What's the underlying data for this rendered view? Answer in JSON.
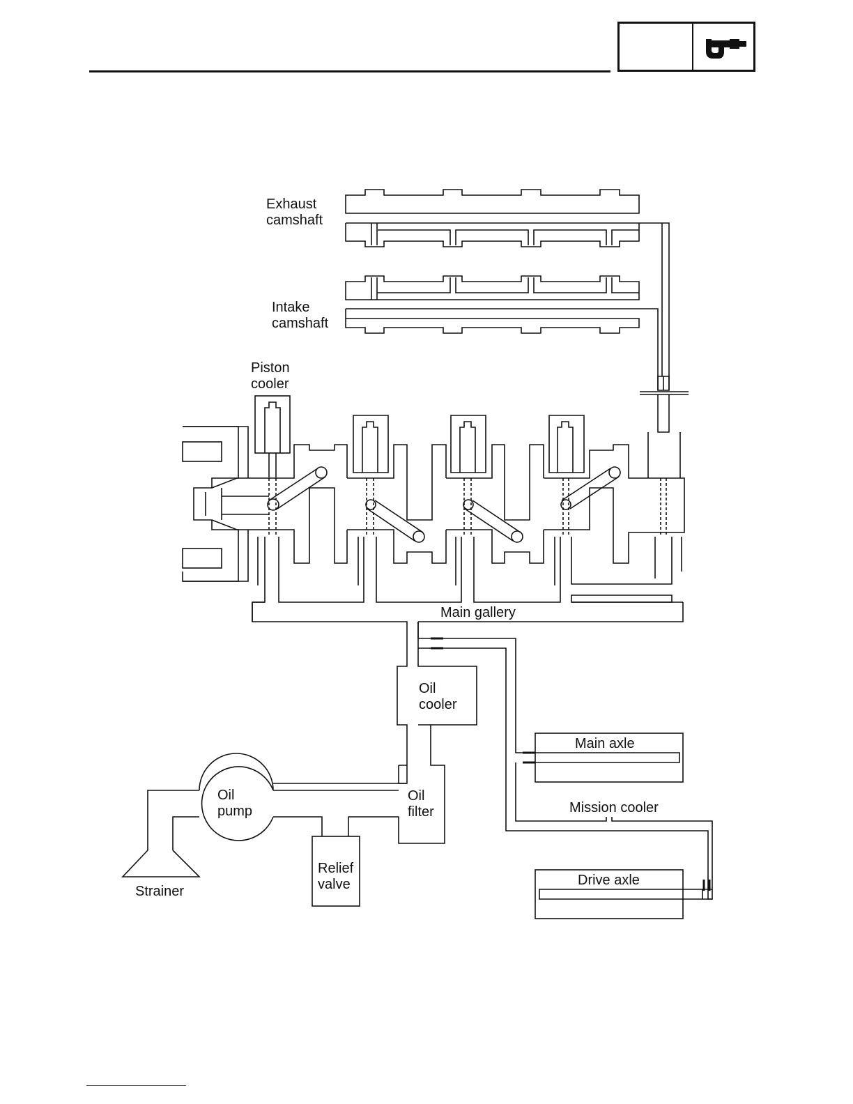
{
  "labels": {
    "exhaust_camshaft": [
      "Exhaust",
      "camshaft"
    ],
    "intake_camshaft": [
      "Intake",
      "camshaft"
    ],
    "piston_cooler": [
      "Piston",
      "cooler"
    ],
    "main_gallery": "Main gallery",
    "oil_cooler": [
      "Oil",
      "cooler"
    ],
    "main_axle": "Main axle",
    "oil_pump": [
      "Oil",
      "pump"
    ],
    "oil_filter": [
      "Oil",
      "filter"
    ],
    "mission_cooler": "Mission cooler",
    "relief_valve": [
      "Relief",
      "valve"
    ],
    "strainer": "Strainer",
    "drive_axle": "Drive axle"
  },
  "header": {
    "icon": "micrometer-icon"
  },
  "colors": {
    "line": "#111111",
    "footer_link": "#3355cc"
  }
}
